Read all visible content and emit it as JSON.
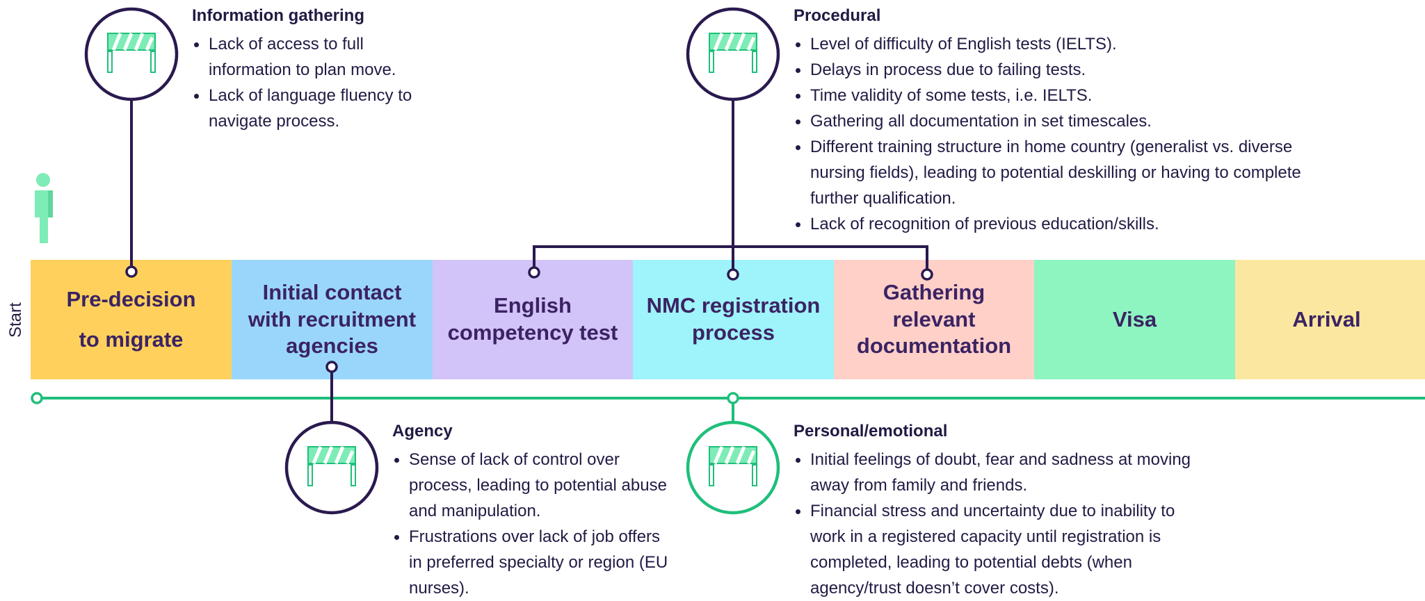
{
  "start_label": "Start",
  "stages": [
    {
      "label": "Pre-decision to migrate",
      "color": "#ffd15c"
    },
    {
      "label": "Initial contact with recruitment agencies",
      "color": "#9ad6fb"
    },
    {
      "label": "English competency test",
      "color": "#d2c3f8"
    },
    {
      "label": "NMC registration process",
      "color": "#9ff3fb"
    },
    {
      "label": "Gathering relevant documentation",
      "color": "#ffd0c8"
    },
    {
      "label": "Visa",
      "color": "#8ef5c0"
    },
    {
      "label": "Arrival",
      "color": "#fbe79f"
    }
  ],
  "callouts": {
    "information": {
      "title": "Information gathering",
      "items": [
        "Lack of access to full information to plan move.",
        "Lack of language fluency to navigate process."
      ]
    },
    "procedural": {
      "title": "Procedural",
      "items": [
        "Level of difficulty of English tests (IELTS).",
        "Delays in process due to failing tests.",
        "Time validity of some tests, i.e. IELTS.",
        "Gathering all documentation in set timescales.",
        "Different training structure in home country (generalist vs. diverse nursing fields), leading to potential deskilling or having to complete further qualification.",
        "Lack of recognition of previous education/skills."
      ]
    },
    "agency": {
      "title": "Agency",
      "items": [
        "Sense of lack of control over process, leading to potential abuse and manipulation.",
        "Frustrations over lack of job offers in preferred specialty or region (EU nurses)."
      ]
    },
    "personal": {
      "title": "Personal/emotional",
      "items": [
        "Initial feelings of doubt, fear and sadness at moving away from family and friends.",
        "Financial stress and uncertainty due to inability to work in a registered capacity until registration is completed, leading to potential debts (when agency/trust doesn’t cover costs)."
      ]
    }
  },
  "colors": {
    "dark_purple": "#2a1a4f",
    "green": "#1fbf7a",
    "icon_green": "#7eecb6"
  },
  "icons": [
    "person-icon",
    "barrier-icon"
  ]
}
